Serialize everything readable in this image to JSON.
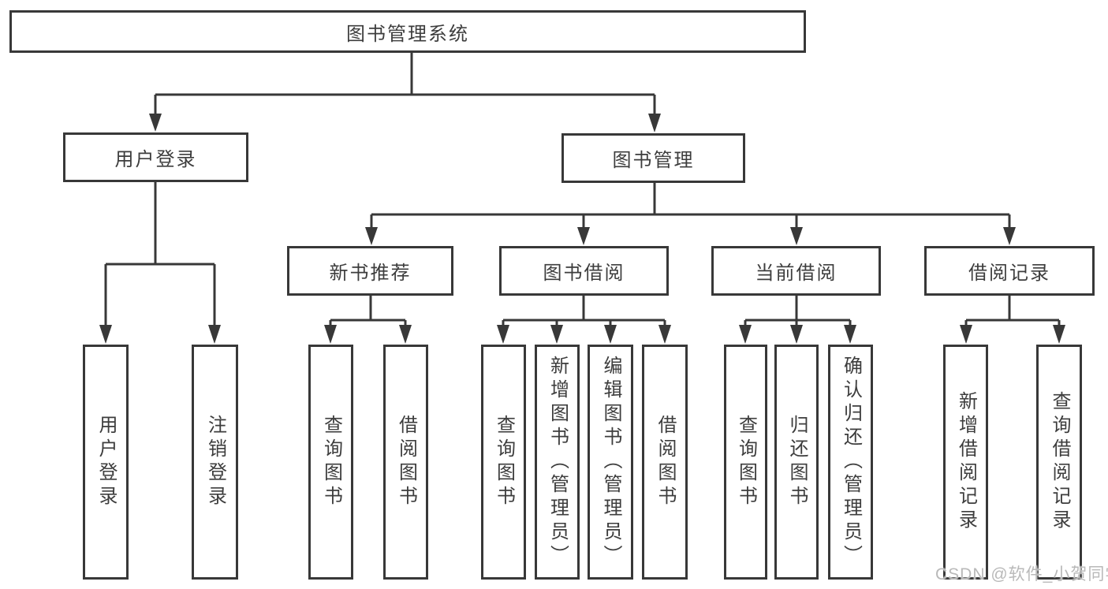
{
  "colors": {
    "line": "#383838",
    "text": "#3d3d3d",
    "background": "#ffffff",
    "watermark": "#b9b9b9"
  },
  "diagram": {
    "root": {
      "label": "图书管理系统"
    },
    "branches": [
      {
        "label": "用户登录",
        "children": [
          {
            "label": "用户登录"
          },
          {
            "label": "注销登录"
          }
        ]
      },
      {
        "label": "图书管理",
        "children": [
          {
            "label": "新书推荐",
            "children": [
              {
                "label": "查询图书"
              },
              {
                "label": "借阅图书"
              }
            ]
          },
          {
            "label": "图书借阅",
            "children": [
              {
                "label": "查询图书"
              },
              {
                "label": "新增图书（管理员）"
              },
              {
                "label": "编辑图书（管理员）"
              },
              {
                "label": "借阅图书"
              }
            ]
          },
          {
            "label": "当前借阅",
            "children": [
              {
                "label": "查询图书"
              },
              {
                "label": "归还图书"
              },
              {
                "label": "确认归还（管理员）"
              }
            ]
          },
          {
            "label": "借阅记录",
            "children": [
              {
                "label": "新增借阅记录"
              },
              {
                "label": "查询借阅记录"
              }
            ]
          }
        ]
      }
    ]
  },
  "watermark": {
    "text": "CSDN @软件_小贺同学"
  }
}
